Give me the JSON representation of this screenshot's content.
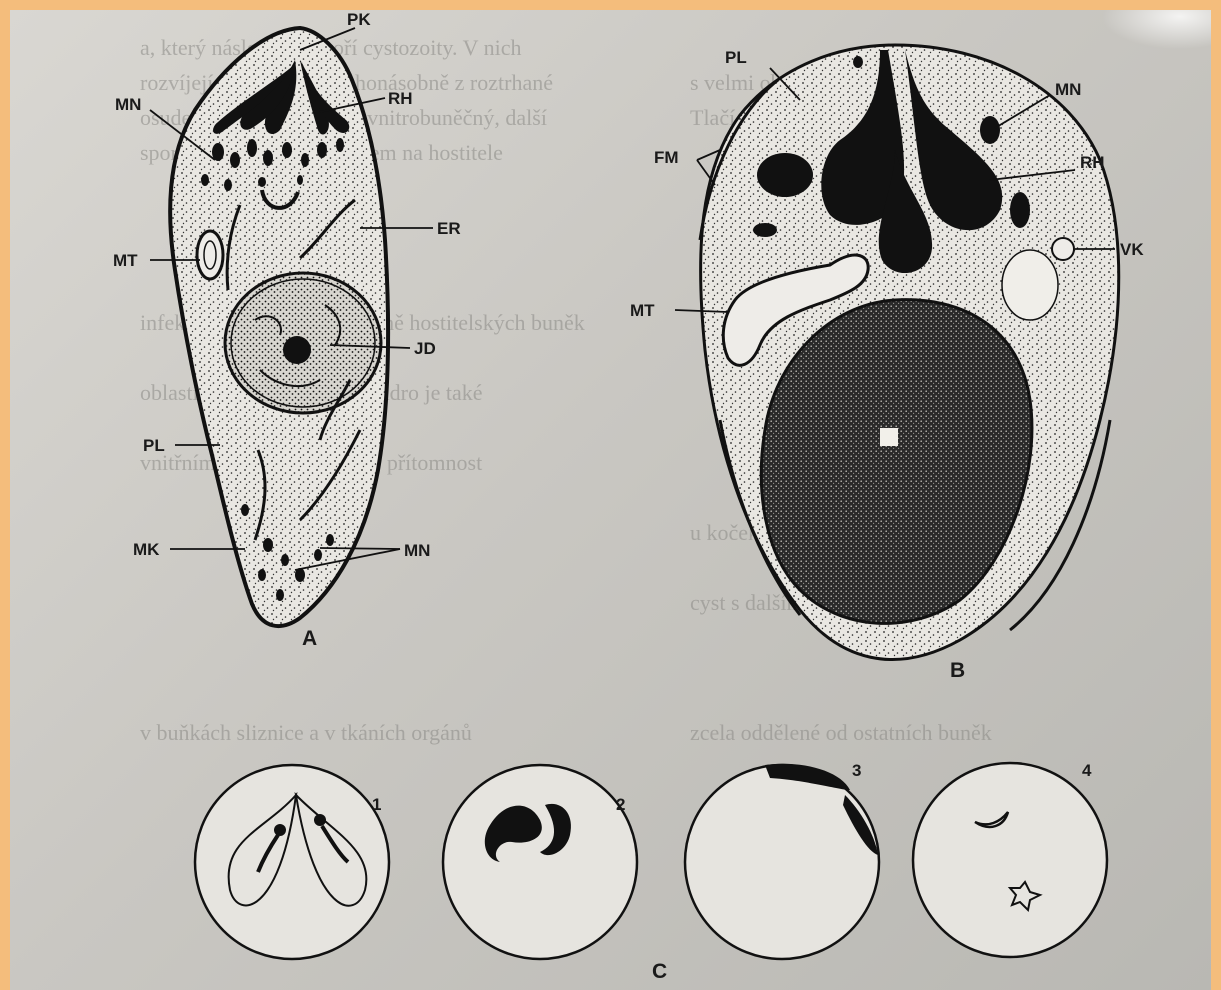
{
  "figure": {
    "panel_a": {
      "caption": "A",
      "labels": {
        "pk": "PK",
        "mn_top": "MN",
        "rh": "RH",
        "er": "ER",
        "mt": "MT",
        "jd": "JD",
        "pl": "PL",
        "mk": "MK",
        "mn_bottom": "MN"
      }
    },
    "panel_b": {
      "caption": "B",
      "labels": {
        "pl": "PL",
        "mn": "MN",
        "fm": "FM",
        "rh": "RH",
        "vk": "VK",
        "mt": "MT"
      }
    },
    "panel_c": {
      "caption": "C",
      "stages": [
        "1",
        "2",
        "3",
        "4"
      ]
    }
  },
  "background_text": [
    "a, který následně dotvoří cystozoity. V nich",
    "rozvíjejí, možno ve mnohonásobně z roztrhané",
    "osudem kořist až vyvíjejí vnitrobuněčný, další",
    "sporozoity do cyst s ohledem na hostitele",
    "s velmi obtížně se vyvíjejícím se dále",
    "Tlačí a vytváří vzhledem k okrajovým",
    "infekcí, a to zejména na hraně hostitelských buněk",
    "oblastí tkáně střev, jejichž jádro je také",
    "vnitřním prostorem — jako přítomnost",
    "u koček a psů stejně jako i u ptáků",
    "cyst s dalšími vlastnostmi parazita",
    "v buňkách sliznice a v tkáních orgánů",
    "zcela oddělené od ostatních buněk"
  ]
}
